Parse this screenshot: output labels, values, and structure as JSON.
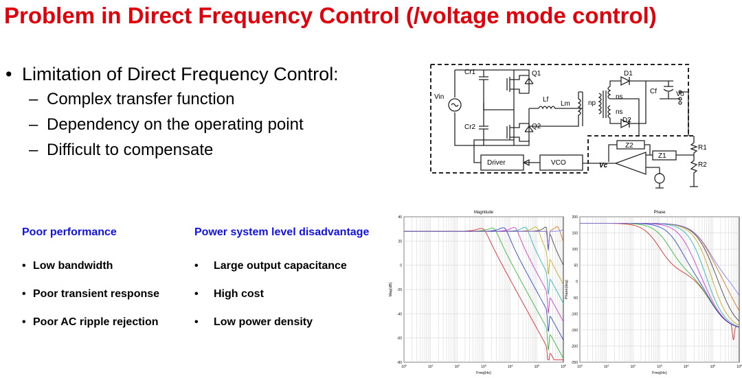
{
  "title": "Problem in Direct Frequency Control (/voltage mode control)",
  "main_bullet": "Limitation of Direct Frequency Control:",
  "sub_bullets": [
    "Complex transfer function",
    "Dependency on the operating point",
    "Difficult to compensate"
  ],
  "poor_performance": {
    "heading": "Poor  performance",
    "items": [
      "Low bandwidth",
      "Poor transient response",
      "Poor AC ripple rejection"
    ]
  },
  "system_disadvantage": {
    "heading": "Power system level disadvantage",
    "items": [
      "Large output capacitance",
      "High cost",
      "Low power density"
    ]
  },
  "circuit": {
    "labels": {
      "vin": "Vin",
      "cr1": "Cr1",
      "cr2": "Cr2",
      "q1": "Q1",
      "q2": "Q2",
      "lf": "Lf",
      "lm": "Lm",
      "np": "np",
      "ns1": "ns",
      "ns2": "ns",
      "d1": "D1",
      "d2": "D2",
      "cf": "Cf",
      "vo": "Vo",
      "z1": "Z1",
      "z2": "Z2",
      "r1": "R1",
      "r2": "R2",
      "vc": "Vc",
      "driver": "Driver",
      "vco": "VCO"
    }
  },
  "chart_data": [
    {
      "type": "line",
      "title": "Magnitude",
      "xlabel": "Freq(Hz)",
      "ylabel": "Mag(dB)",
      "xscale": "log",
      "xlim": [
        1,
        1000000
      ],
      "ylim": [
        -80,
        40
      ],
      "yticks": [
        -80,
        -60,
        -40,
        -20,
        0,
        20,
        40
      ],
      "grid": true,
      "series_count": 9,
      "series_colors": [
        "#e01010",
        "#20b020",
        "#1030d0",
        "#d020d0",
        "#10b0b0",
        "#c0a000",
        "#303030",
        "#e06000",
        "#7070ff"
      ]
    },
    {
      "type": "line",
      "title": "Phase",
      "xlabel": "Freq(Hz)",
      "ylabel": "Phase(deg)",
      "xscale": "log",
      "xlim": [
        1,
        1000000
      ],
      "ylim": [
        -250,
        200
      ],
      "yticks": [
        -250,
        -200,
        -150,
        -100,
        -50,
        0,
        50,
        100,
        150,
        200
      ],
      "grid": true,
      "series_count": 9,
      "series_colors": [
        "#e01010",
        "#20b020",
        "#1030d0",
        "#d020d0",
        "#10b0b0",
        "#c0a000",
        "#303030",
        "#e06000",
        "#7070ff"
      ]
    }
  ]
}
